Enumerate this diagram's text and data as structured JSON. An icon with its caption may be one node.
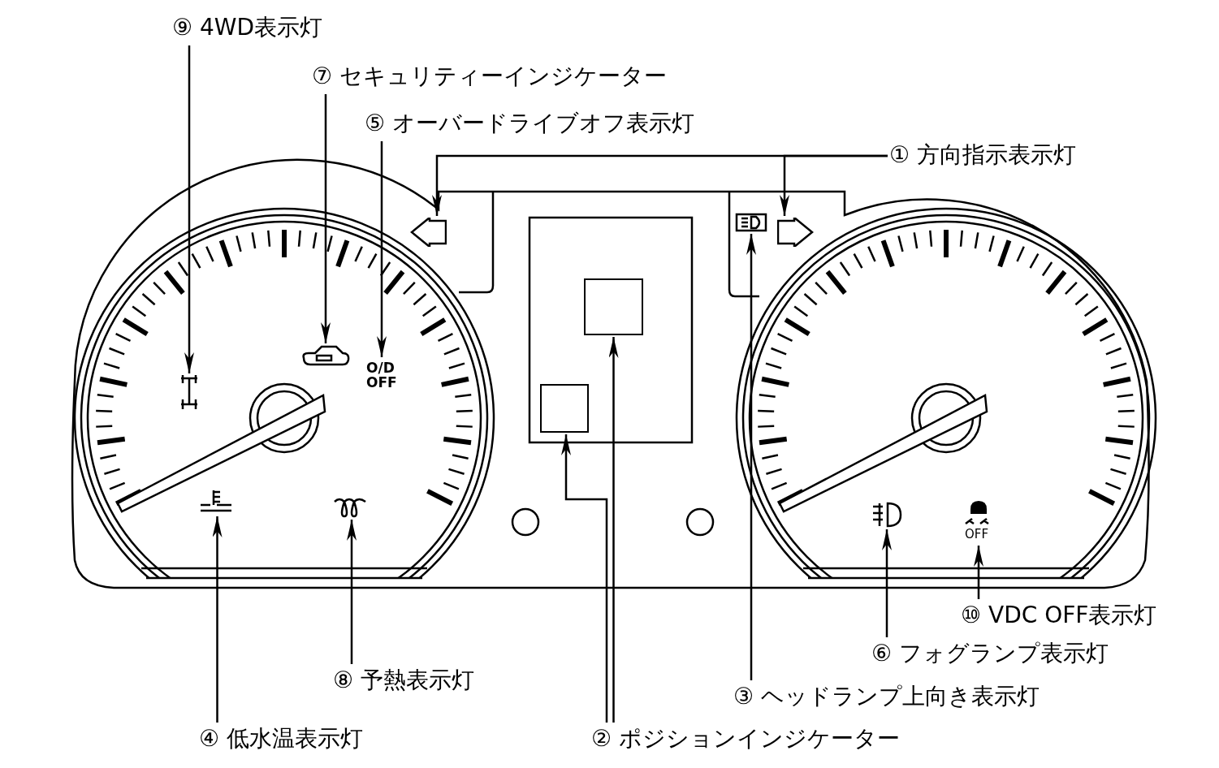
{
  "diagram": {
    "nodes": [
      {
        "text": [
          "⑨ 4WD表示灯"
        ]
      },
      {
        "text": [
          "⑦ セキュリティーインジケーター"
        ]
      },
      {
        "text": [
          "⑤ オーバードライブオフ表示灯"
        ]
      },
      {
        "text": [
          "① 方向指示表示灯"
        ]
      },
      {
        "text": [],
        "shape": "picture"
      },
      {
        "text": [],
        "shape": "picture"
      },
      {
        "text": [],
        "shape": "picture"
      },
      {
        "text": [],
        "shape": "box"
      },
      {
        "text": [],
        "shape": "picture"
      },
      {
        "text": [],
        "shape": "picture"
      },
      {
        "text": [
          "O/D OFF"
        ]
      },
      {
        "text": [],
        "shape": "box"
      },
      {
        "text": [],
        "shape": "picture"
      },
      {
        "text": [],
        "shape": "picture"
      },
      {
        "text": [],
        "shape": "picture"
      },
      {
        "text": [
          "OFF"
        ]
      },
      {
        "text": [
          "⑩ VDC OFF表示灯"
        ]
      },
      {
        "text": [
          "⑥ フォグランプ表示灯"
        ]
      },
      {
        "text": [
          "⑧ 予熱表示灯"
        ]
      },
      {
        "text": [
          "③ ヘッドランプ上向き表示灯"
        ]
      },
      {
        "text": [
          "④ 低水温表示灯"
        ]
      },
      {
        "text": [
          "② ポジションインジケーター"
        ]
      }
    ],
    "edges": [
      {
        "from": 0,
        "to": 9,
        "arrow": "to"
      },
      {
        "from": 1,
        "to": 8,
        "arrow": "to"
      },
      {
        "from": 2,
        "to": 10,
        "arrow": "to"
      },
      {
        "from": 3,
        "to": 4,
        "arrow": "to"
      },
      {
        "from": 3,
        "to": 6,
        "arrow": "to"
      },
      {
        "from": 19,
        "to": 5,
        "arrow": "to"
      },
      {
        "from": 21,
        "to": 7,
        "arrow": "to"
      },
      {
        "from": 21,
        "to": 11,
        "arrow": "to"
      },
      {
        "from": 20,
        "to": 12,
        "arrow": "to"
      },
      {
        "from": 18,
        "to": 13,
        "arrow": "to"
      },
      {
        "from": 17,
        "to": 14,
        "arrow": "to"
      },
      {
        "from": 16,
        "to": 15,
        "arrow": "to"
      }
    ]
  }
}
